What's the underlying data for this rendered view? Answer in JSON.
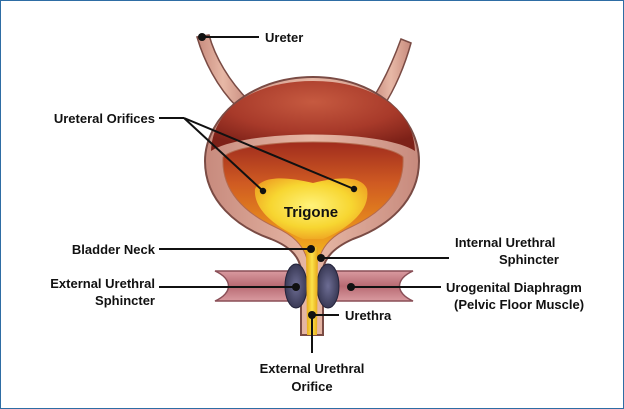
{
  "diagram": {
    "labels": {
      "ureter": "Ureter",
      "ureteral_orifices": "Ureteral Orifices",
      "trigone": "Trigone",
      "bladder_neck": "Bladder Neck",
      "internal_sphincter_line1": "Internal Urethral",
      "internal_sphincter_line2": "Sphincter",
      "external_sphincter_line1": "External Urethral",
      "external_sphincter_line2": "Sphincter",
      "diaphragm_line1": "Urogenital Diaphragm",
      "diaphragm_line2": "(Pelvic Floor Muscle)",
      "urethra": "Urethra",
      "external_orifice_line1": "External Urethral",
      "external_orifice_line2": "Orifice"
    },
    "colors": {
      "bladder_wall": "#d9a08f",
      "bladder_dark": "#9a2e22",
      "bladder_mid": "#c0522e",
      "interior_orange": "#e07a1f",
      "trigone_yellow": "#f5d42a",
      "muscle": "#c97f86",
      "sphincter": "#4a4a6e",
      "urethra": "#f3c419",
      "leader": "#111111",
      "frame_border": "#2e6da4"
    }
  }
}
